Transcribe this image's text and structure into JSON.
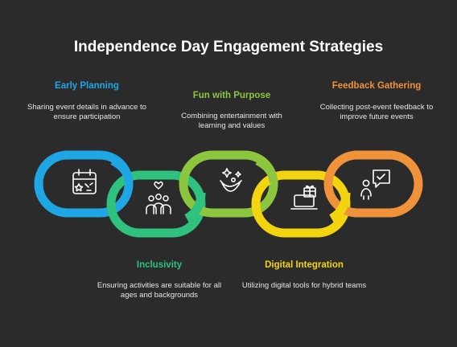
{
  "title": "Independence Day Engagement Strategies",
  "colors": {
    "background": "#2b2b2b",
    "blue": "#1ea7e4",
    "green": "#2ec27e",
    "lime": "#8cc63f",
    "yellow": "#f2d50f",
    "orange": "#f0923a"
  },
  "steps": [
    {
      "title": "Early Planning",
      "description": "Sharing event details in advance to ensure participation",
      "icon": "calendar-icon"
    },
    {
      "title": "Inclusivity",
      "description": "Ensuring activities are suitable for all ages and backgrounds",
      "icon": "group-heart-icon"
    },
    {
      "title": "Fun with Purpose",
      "description": "Combining entertainment with learning and values",
      "icon": "smile-sparkle-icon"
    },
    {
      "title": "Digital Integration",
      "description": "Utilizing digital tools for hybrid teams",
      "icon": "laptop-gift-icon"
    },
    {
      "title": "Feedback Gathering",
      "description": "Collecting post-event feedback to improve future events",
      "icon": "person-feedback-icon"
    }
  ]
}
